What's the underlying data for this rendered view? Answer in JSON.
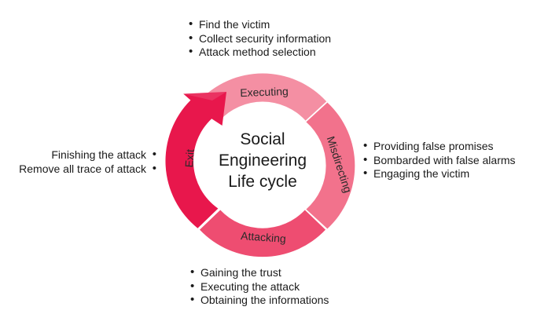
{
  "center": {
    "line1": "Social",
    "line2": "Engineering",
    "line3": "Life cycle"
  },
  "stages": {
    "executing": {
      "label": "Executing",
      "color": "#f48fa3",
      "items": [
        "Find the victim",
        "Collect security information",
        "Attack method selection"
      ]
    },
    "misdirecting": {
      "label": "Misdirecting",
      "color": "#f2728c",
      "items": [
        "Providing false promises",
        "Bombarded with false alarms",
        "Engaging the victim"
      ]
    },
    "attacking": {
      "label": "Attacking",
      "color": "#ee4d71",
      "items": [
        "Gaining the trust",
        "Executing the attack",
        "Obtaining the informations"
      ]
    },
    "exit": {
      "label": "Exit",
      "color": "#e8174c",
      "items": [
        "Finishing the attack",
        "Remove all trace of attack"
      ]
    }
  }
}
